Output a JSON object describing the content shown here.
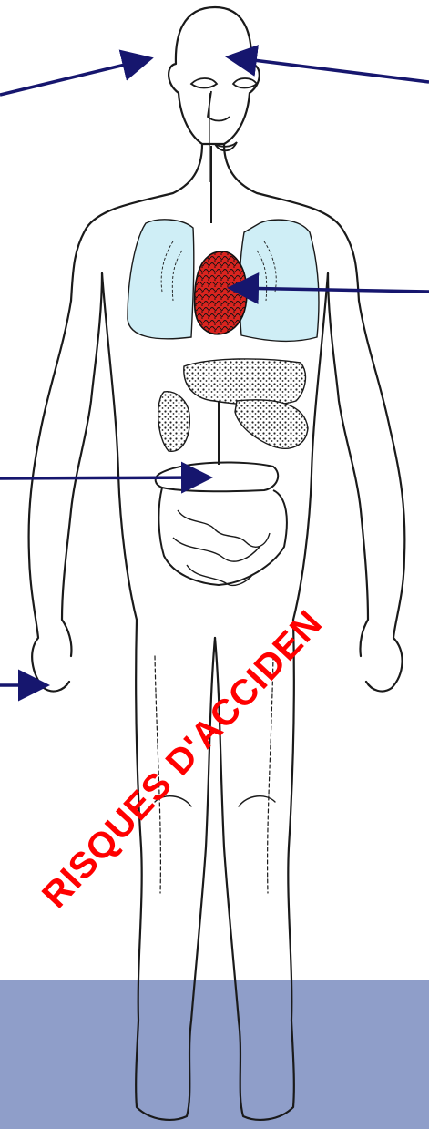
{
  "diagram": {
    "stamp_text": "RISQUES D'ACCIDEN",
    "colors": {
      "arrow": "#16166e",
      "outline": "#1a1a1a",
      "lungs": "#cfeef6",
      "heart": "#d9241f",
      "band": "#8f9ec9",
      "stamp": "#ff0000"
    },
    "arrows": [
      {
        "target": "head-left",
        "direction": "right"
      },
      {
        "target": "head-right",
        "direction": "left"
      },
      {
        "target": "heart",
        "direction": "left"
      },
      {
        "target": "intestines",
        "direction": "right"
      },
      {
        "target": "hand",
        "direction": "right"
      }
    ]
  }
}
